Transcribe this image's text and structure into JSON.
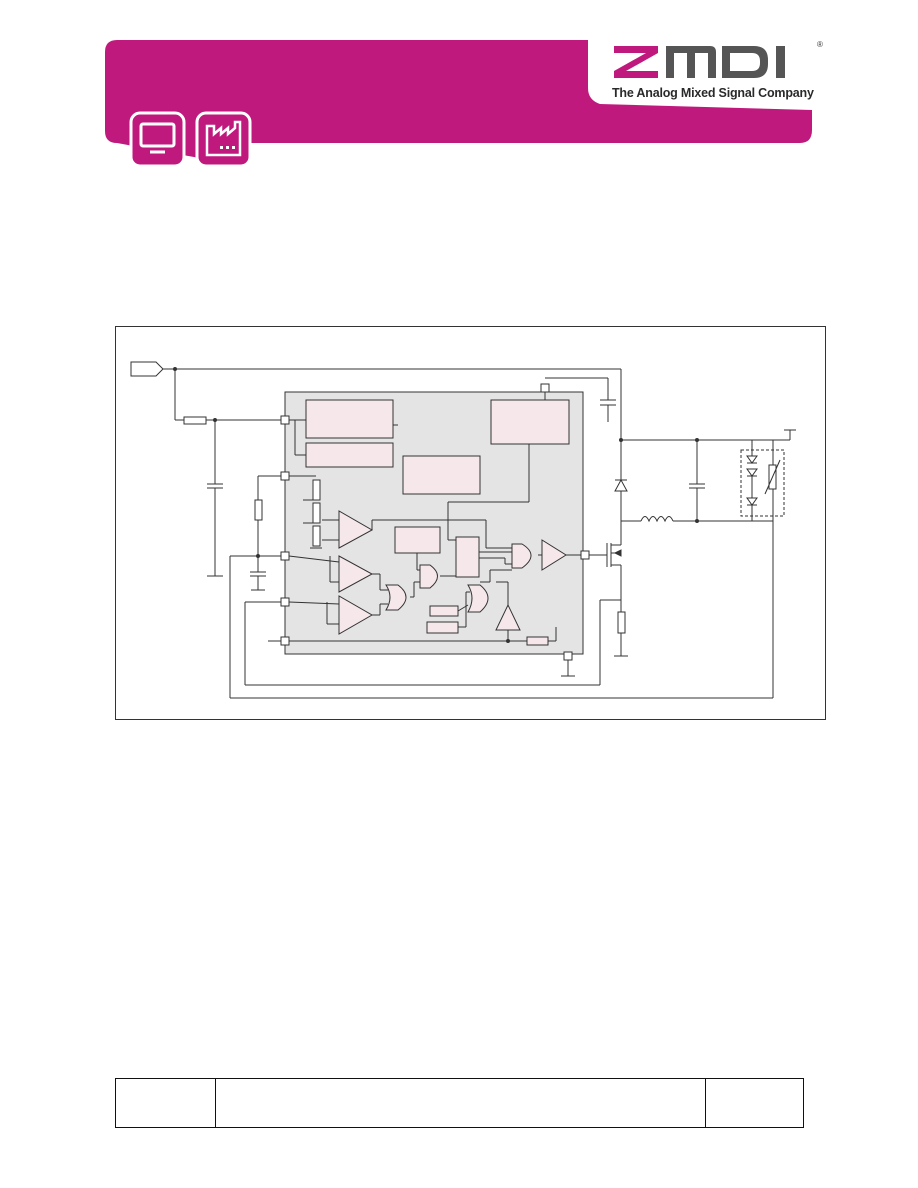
{
  "header": {
    "logo_text": "ZMDI",
    "registered_mark": "®",
    "tagline": "The Analog Mixed Signal Company",
    "brand_color": "#c0197e",
    "icons": [
      "display-icon",
      "factory-icon"
    ]
  },
  "diagram": {
    "type": "circuit-block-diagram",
    "description_elements": [
      "input-terminal",
      "ic-block",
      "mosfet",
      "inductor",
      "diode",
      "capacitor",
      "led-string"
    ]
  },
  "footer": {
    "cells": [
      "",
      "",
      ""
    ]
  }
}
